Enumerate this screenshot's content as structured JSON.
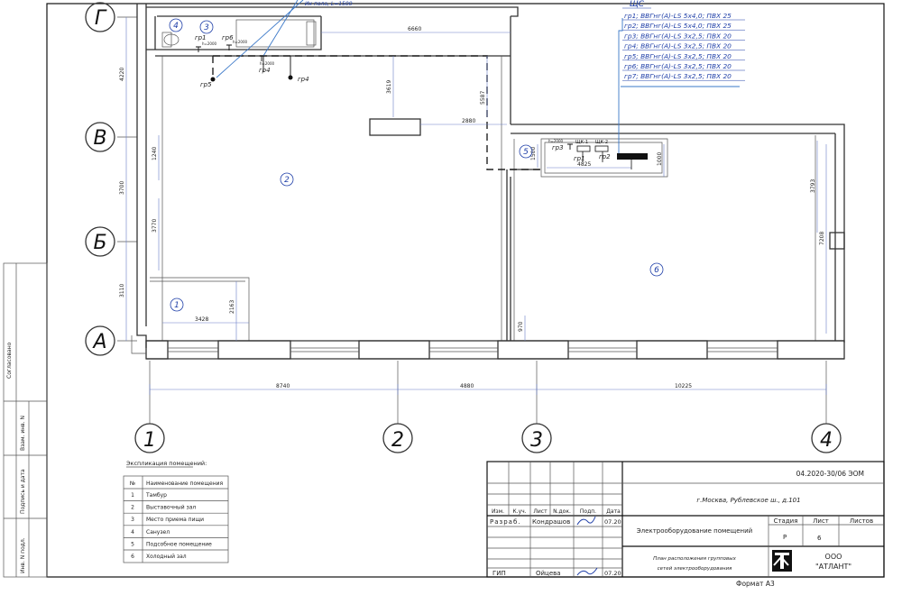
{
  "axes": {
    "rows": [
      "Г",
      "В",
      "Б",
      "А"
    ],
    "cols": [
      "1",
      "2",
      "3",
      "4"
    ]
  },
  "rooms": [
    "1",
    "2",
    "3",
    "4",
    "5",
    "6"
  ],
  "dims": {
    "bottom": [
      "8740",
      "4880",
      "10225"
    ],
    "left": [
      "4220",
      "3700",
      "3110"
    ],
    "inner": [
      "6660",
      "3619",
      "2880",
      "5587",
      "1240",
      "3770",
      "3428",
      "2163",
      "1500",
      "4825",
      "1000",
      "3793",
      "7208",
      "970"
    ]
  },
  "groups": {
    "top": [
      "гр1",
      "гр6",
      "гр4",
      "гр5",
      "гр4"
    ],
    "panel": [
      "гр3",
      "гр1",
      "гр2"
    ],
    "shk": [
      "ЩК-1",
      "ЩК-2"
    ],
    "heights": [
      "h=2000",
      "h=2000",
      "h=2000",
      "h=2000"
    ]
  },
  "top_note": "Их пола, L=1500",
  "shs": {
    "title": "ЩС",
    "lines": [
      "гр1; ВВГнг(А)-LS 5х4,0; ПВХ 25",
      "гр2; ВВГнг(А)-LS 5х4,0; ПВХ 25",
      "гр3; ВВГнг(А)-LS 3х2,5; ПВХ 20",
      "гр4; ВВГнг(А)-LS 3х2,5; ПВХ 20",
      "гр5; ВВГнг(А)-LS 3х2,5; ПВХ 20",
      "гр6; ВВГнг(А)-LS 3х2,5; ПВХ 20",
      "гр7; ВВГнг(А)-LS 3х2,5; ПВХ 20"
    ]
  },
  "explication": {
    "title": "Экспликация помещений:",
    "headers": [
      "№",
      "Наименование помещения"
    ],
    "rows": [
      [
        "1",
        "Тамбур"
      ],
      [
        "2",
        "Выставочный зал"
      ],
      [
        "3",
        "Место приема пищи"
      ],
      [
        "4",
        "Санузел"
      ],
      [
        "5",
        "Подсобное помещение"
      ],
      [
        "6",
        "Холодный зал"
      ]
    ]
  },
  "stamp": {
    "code": "04.2020-30/06 ЭОМ",
    "address": "г.Москва, Рублевское ш., д.101",
    "col_headers": [
      "Изм.",
      "К.уч.",
      "Лист",
      "N.док.",
      "Подп.",
      "Дата"
    ],
    "razrab": "Разраб.",
    "razrab_name": "Кондрашов",
    "razrab_date": "07.20",
    "gip": "ГИП",
    "gip_name": "Ойцева",
    "gip_date": "07.20",
    "project": "Электрооборудование помещений",
    "sheet_title_1": "План расположения групповых",
    "sheet_title_2": "сетей электрооборудования",
    "stage_h": "Стадия",
    "sheet_h": "Лист",
    "sheets_h": "Листов",
    "stage": "Р",
    "sheet": "6",
    "org_1": "ООО",
    "org_2": "\"АТЛАНТ\"",
    "format": "Формат А3"
  },
  "side": {
    "soglas": "Согласовано",
    "vzam": "Взам. инв. N",
    "podp": "Подпись и дата",
    "inv": "Инв. N подл."
  }
}
